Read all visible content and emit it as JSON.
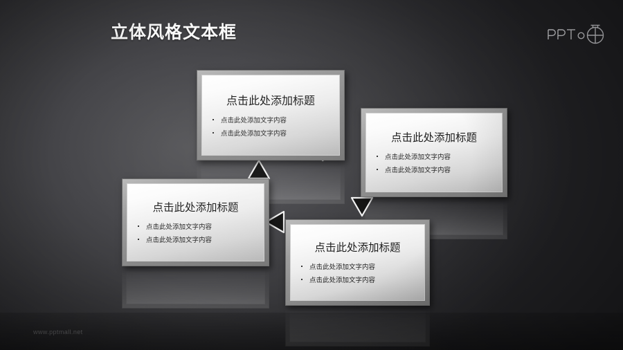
{
  "slide": {
    "title": "立体风格文本框",
    "footer": "www.pptmall.net",
    "background_color": "#3a3a3d",
    "title_color": "#fafafa"
  },
  "logo": {
    "text": "PPT",
    "icon": "circle-cross-logo-icon"
  },
  "boxes": [
    {
      "id": "box-top-center",
      "title": "点击此处添加标题",
      "bullets": [
        "点击此处添加文字内容",
        "点击此处添加文字内容"
      ]
    },
    {
      "id": "box-right",
      "title": "点击此处添加标题",
      "bullets": [
        "点击此处添加文字内容",
        "点击此处添加文字内容"
      ]
    },
    {
      "id": "box-bottom-center",
      "title": "点击此处添加标题",
      "bullets": [
        "点击此处添加文字内容",
        "点击此处添加文字内容"
      ]
    },
    {
      "id": "box-left",
      "title": "点击此处添加标题",
      "bullets": [
        "点击此处添加文字内容",
        "点击此处添加文字内容"
      ]
    }
  ],
  "arrows": [
    {
      "name": "arrow-right-icon",
      "direction": "right"
    },
    {
      "name": "arrow-down-icon",
      "direction": "down"
    },
    {
      "name": "arrow-left-icon",
      "direction": "left"
    },
    {
      "name": "arrow-up-icon",
      "direction": "up"
    }
  ]
}
